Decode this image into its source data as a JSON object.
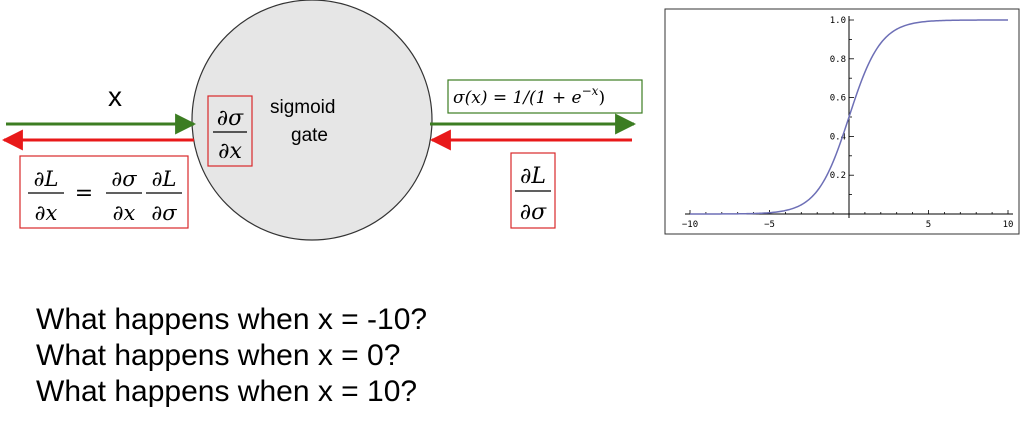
{
  "gate": {
    "label_line1": "sigmoid",
    "label_line2": "gate"
  },
  "input_label": "x",
  "local_gradient": {
    "numerator": "∂σ",
    "denominator": "∂x"
  },
  "output_formula": "σ(x) = 1/(1 + e",
  "output_formula_exponent": "−x",
  "output_formula_tail": ")",
  "upstream_gradient": {
    "numerator": "∂L",
    "denominator": "∂σ"
  },
  "chain_rule": {
    "lhs_num": "∂L",
    "lhs_den": "∂x",
    "equals": "=",
    "f1_num": "∂σ",
    "f1_den": "∂x",
    "f2_num": "∂L",
    "f2_den": "∂σ"
  },
  "colors": {
    "forward_arrow": "#3c7d22",
    "backward_arrow": "#e8191a",
    "formula_box": "#3c7d22",
    "gradient_box": "#d9282a",
    "gate_fill": "#e6e6e6",
    "curve": "#6d6fb6"
  },
  "chart_data": {
    "type": "line",
    "function": "sigmoid",
    "x": [
      -10,
      -8,
      -6,
      -5,
      -4,
      -3,
      -2,
      -1,
      0,
      1,
      2,
      3,
      4,
      5,
      6,
      8,
      10
    ],
    "y": [
      4.54e-05,
      0.000335,
      0.00247,
      0.0067,
      0.018,
      0.047,
      0.119,
      0.269,
      0.5,
      0.731,
      0.881,
      0.953,
      0.982,
      0.9933,
      0.9975,
      0.99966,
      0.99995
    ],
    "xlim": [
      -10,
      10
    ],
    "ylim": [
      0,
      1.0
    ],
    "x_ticks": [
      "−10",
      "−5",
      "5",
      "10"
    ],
    "x_tick_values": [
      -10,
      -5,
      5,
      10
    ],
    "y_ticks": [
      "0.2",
      "0.4",
      "0.6",
      "0.8",
      "1.0"
    ],
    "y_tick_values": [
      0.2,
      0.4,
      0.6,
      0.8,
      1.0
    ],
    "grid": false,
    "title": "",
    "xlabel": "",
    "ylabel": ""
  },
  "questions": [
    "What happens when x = -10?",
    "What happens when x = 0?",
    "What happens when x = 10?"
  ]
}
